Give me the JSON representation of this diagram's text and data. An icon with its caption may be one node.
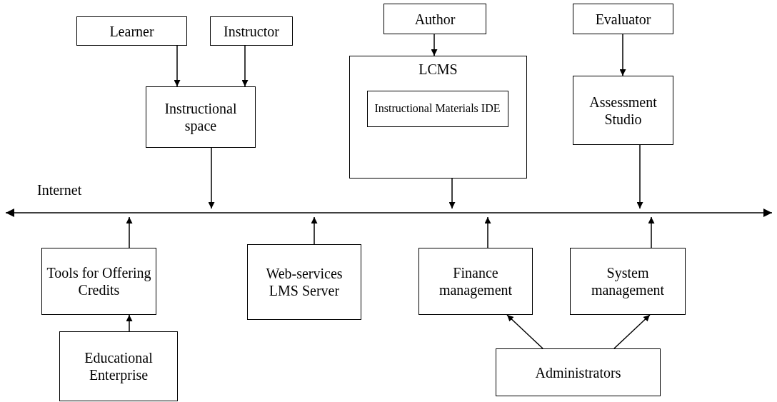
{
  "diagram": {
    "nodes": [
      {
        "text": [
          "Learner"
        ]
      },
      {
        "text": [
          "Instructor"
        ]
      },
      {
        "text": [
          "Author"
        ]
      },
      {
        "text": [
          "Evaluator"
        ]
      },
      {
        "text": [
          "Instructional space"
        ]
      },
      {
        "text": [
          "LCMS"
        ]
      },
      {
        "text": [
          "Instructional Materials IDE"
        ],
        "in": 5
      },
      {
        "text": [
          "Assessment Studio"
        ]
      },
      {
        "text": [
          "Internet"
        ]
      },
      {
        "text": [
          "Tools for Offering Credits"
        ]
      },
      {
        "text": [
          "Web-services LMS Server"
        ]
      },
      {
        "text": [
          "Finance management"
        ]
      },
      {
        "text": [
          "System management"
        ]
      },
      {
        "text": [
          "Educational Enterprise"
        ]
      },
      {
        "text": [
          "Administrators"
        ]
      }
    ],
    "edges": [
      {
        "from": 0,
        "to": 4,
        "arrow": "to"
      },
      {
        "from": 1,
        "to": 4,
        "arrow": "to"
      },
      {
        "from": 2,
        "to": 5,
        "arrow": "to"
      },
      {
        "from": 3,
        "to": 7,
        "arrow": "to"
      },
      {
        "from": 4,
        "to": 8,
        "arrow": "to"
      },
      {
        "from": 5,
        "to": 8,
        "arrow": "to"
      },
      {
        "from": 7,
        "to": 8,
        "arrow": "to"
      },
      {
        "from": 9,
        "to": 8,
        "arrow": "to"
      },
      {
        "from": 10,
        "to": 8,
        "arrow": "to"
      },
      {
        "from": 11,
        "to": 8,
        "arrow": "to"
      },
      {
        "from": 12,
        "to": 8,
        "arrow": "to"
      },
      {
        "from": 13,
        "to": 9,
        "arrow": "to"
      },
      {
        "from": 14,
        "to": 11,
        "arrow": "to"
      },
      {
        "from": 14,
        "to": 12,
        "arrow": "to"
      }
    ]
  }
}
